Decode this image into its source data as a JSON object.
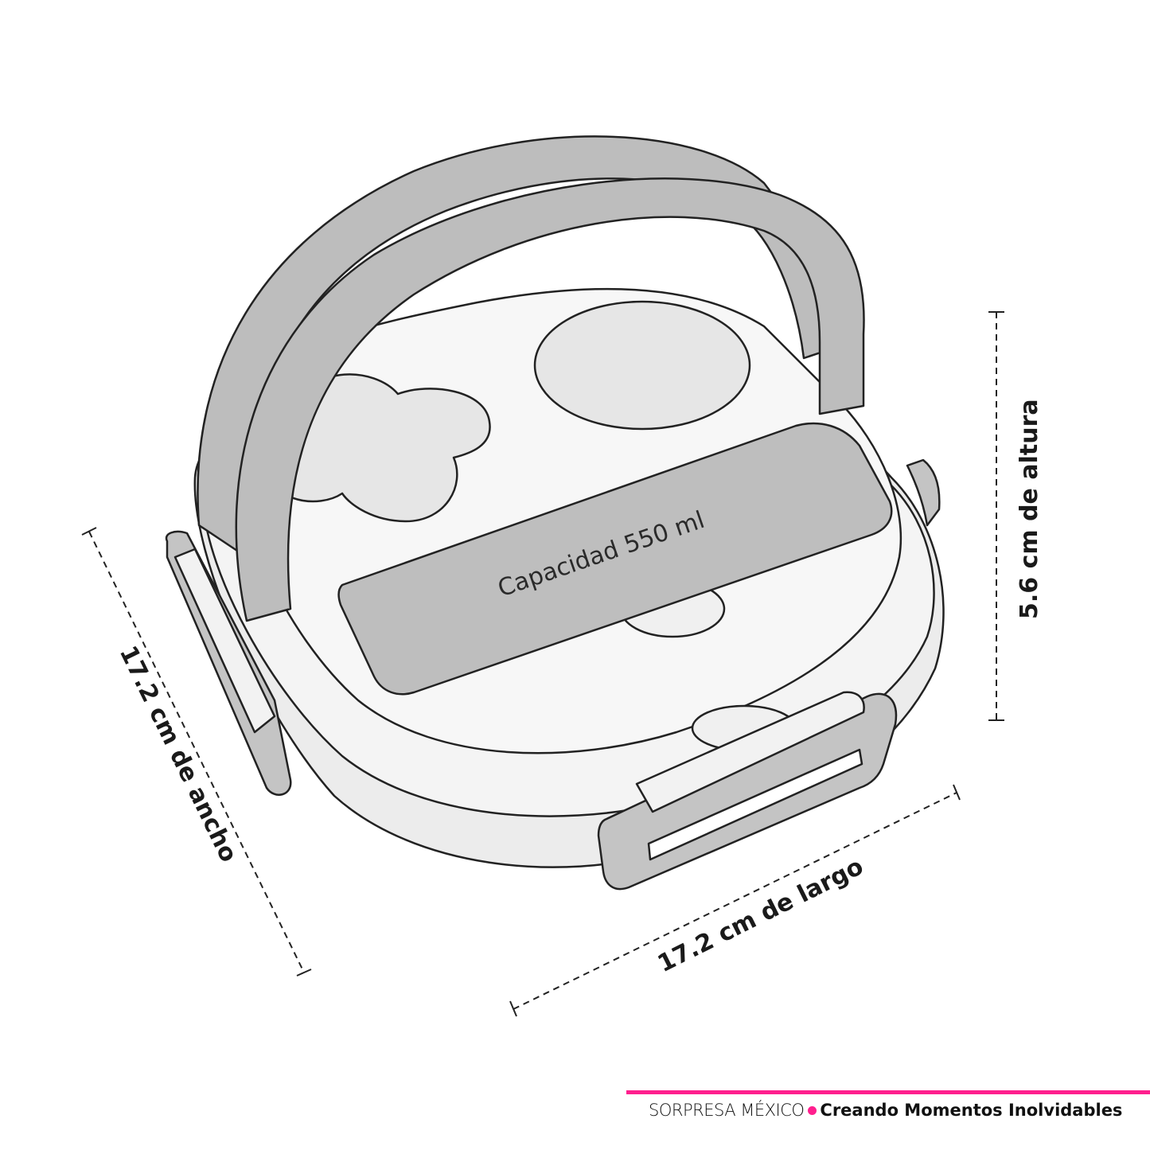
{
  "product": {
    "capacity_label": "Capacidad 550 ml"
  },
  "dimensions": {
    "width_label": "17.2 cm de ancho",
    "length_label": "17.2 cm de largo",
    "height_label": "5.6 cm de altura"
  },
  "footer": {
    "brand": "SORPRESA MÉXICO",
    "slogan": "Creando Momentos Inolvidables",
    "accent_color": "#ff1f8e"
  }
}
